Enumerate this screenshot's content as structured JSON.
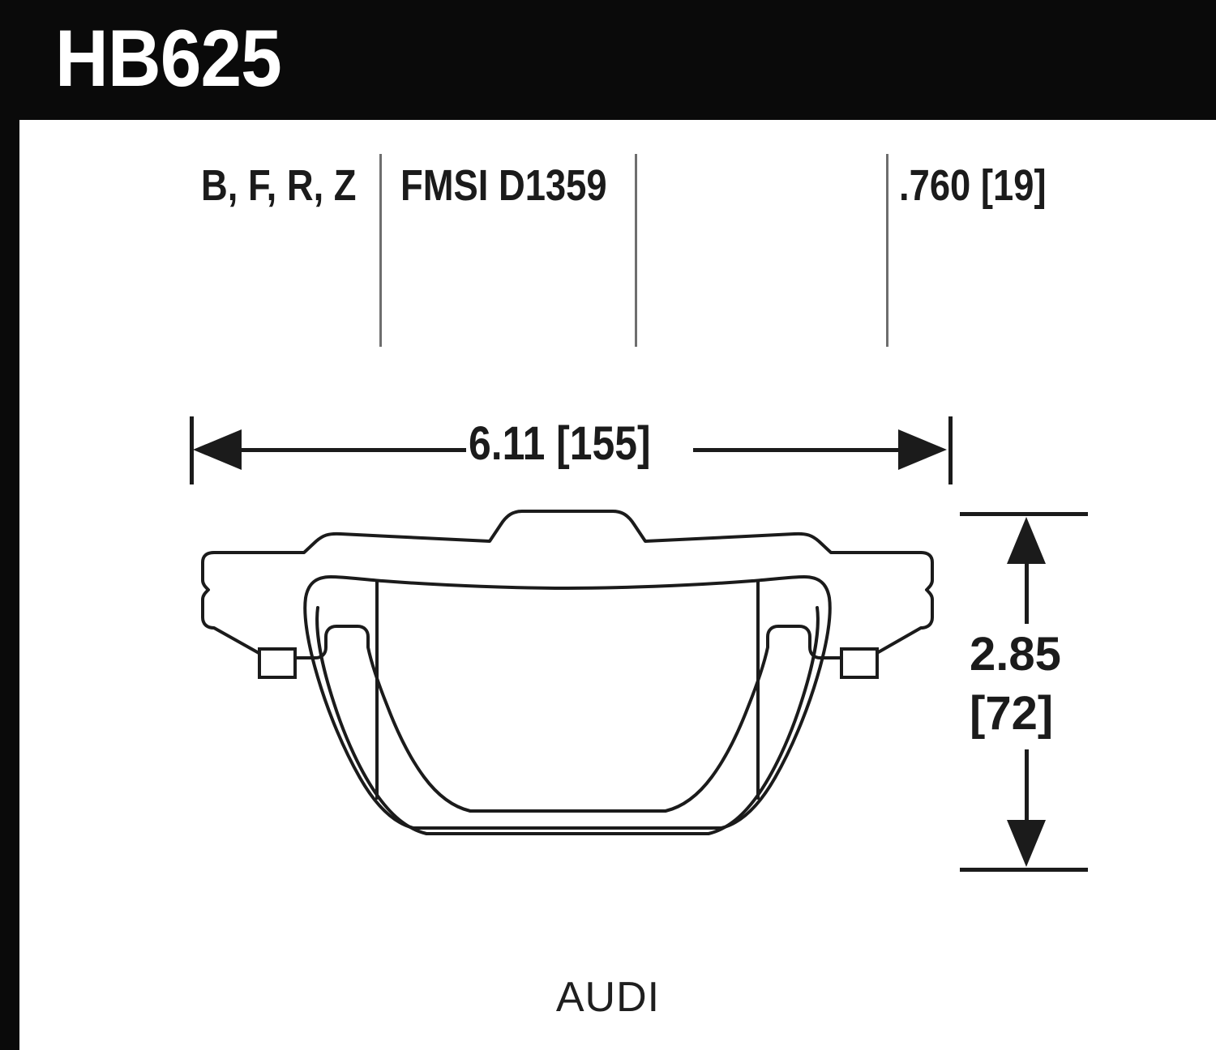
{
  "header": {
    "part_number": "HB625",
    "background_color": "#0a0a0a",
    "text_color": "#ffffff"
  },
  "spec_row": {
    "compounds": "B, F, R, Z",
    "fmsi": "FMSI D1359",
    "thickness": ".760 [19]"
  },
  "dimensions": {
    "width_label": "6.11 [155]",
    "height_inches": "2.85",
    "height_mm": "[72]"
  },
  "vehicle": {
    "make": "AUDI"
  },
  "drawing": {
    "line_color": "#1b1b1b",
    "fill_color": "#ffffff"
  }
}
